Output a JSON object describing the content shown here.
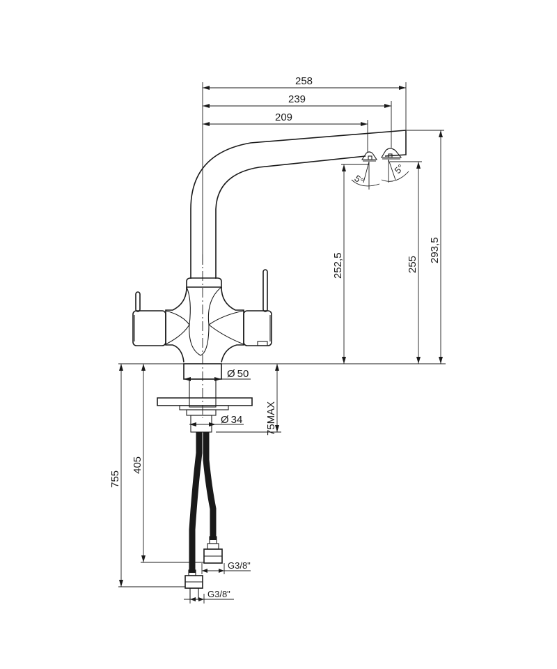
{
  "dimensions": {
    "width_258": "258",
    "width_239": "239",
    "width_209": "209",
    "height_252_5": "252,5",
    "height_255": "255",
    "height_293_5": "293,5",
    "dia_50": "50",
    "dia_34": "34",
    "max_75": "75MAX",
    "height_405": "405",
    "height_755": "755",
    "thread_upper": "G3/8\"",
    "thread_lower": "G3/8\"",
    "angle_left": "5°",
    "angle_right": "5°"
  },
  "symbols": {
    "diameter": "Ø"
  }
}
